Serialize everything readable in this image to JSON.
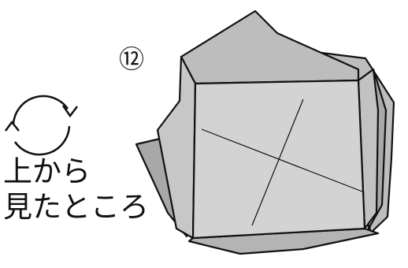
{
  "step": {
    "number": "⑫"
  },
  "caption": {
    "line1": "上から",
    "line2": "見たところ"
  },
  "icons": {
    "rotation": "rotate-arrows-icon"
  },
  "colors": {
    "fill_light": "#d3d3d3",
    "fill_mid": "#bdbdbd",
    "fill_dark": "#a8a8a8",
    "stroke": "#111111",
    "background": "#ffffff"
  }
}
